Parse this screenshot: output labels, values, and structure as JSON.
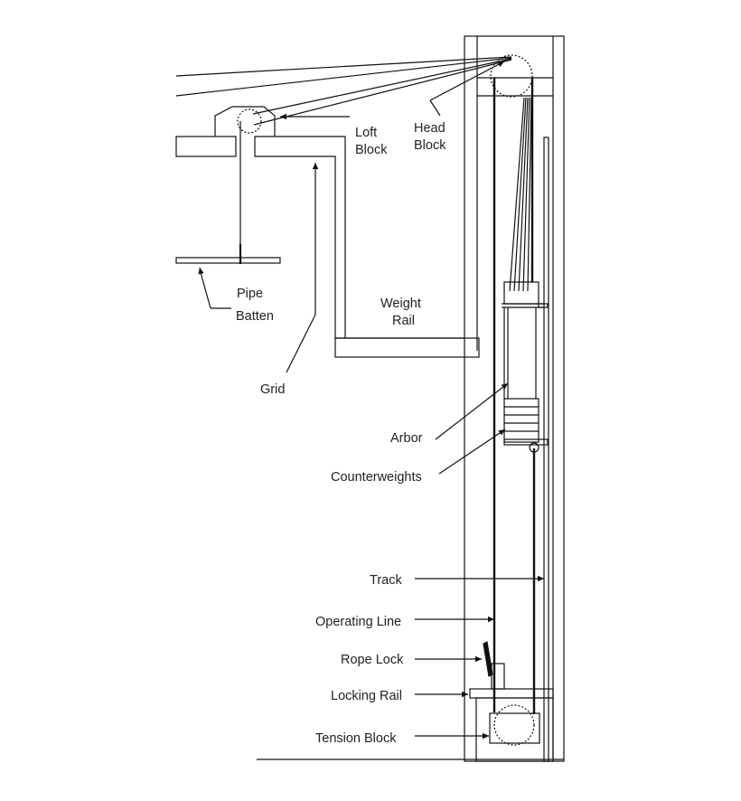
{
  "labels": {
    "loft_block": [
      "Loft",
      "Block"
    ],
    "head_block": [
      "Head",
      "Block"
    ],
    "pipe_batten": [
      "Pipe",
      "Batten"
    ],
    "weight_rail": [
      "Weight",
      "Rail"
    ],
    "grid": "Grid",
    "arbor": "Arbor",
    "counterweights": "Counterweights",
    "track": "Track",
    "operating_line": "Operating Line",
    "rope_lock": "Rope Lock",
    "locking_rail": "Locking Rail",
    "tension_block": "Tension Block"
  },
  "colors": {
    "line": "#111111",
    "background": "#ffffff"
  }
}
